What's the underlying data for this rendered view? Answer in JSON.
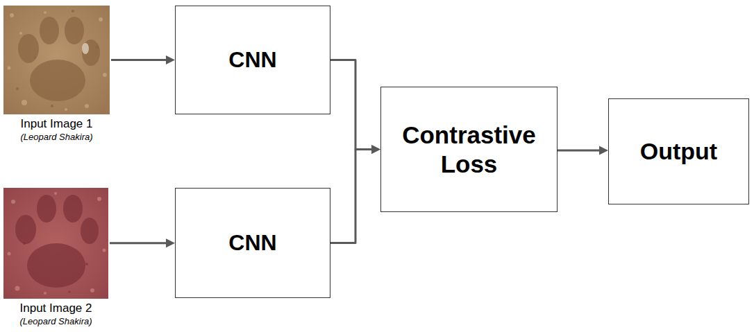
{
  "diagram": {
    "nodes": [
      {
        "text": [
          "Input Image 1",
          "(Leopard Shakira)"
        ]
      },
      {
        "text": [
          "CNN"
        ]
      },
      {
        "text": [
          "Input Image 2",
          "(Leopard Shakira)"
        ]
      },
      {
        "text": [
          "CNN"
        ]
      },
      {
        "text": [
          "Contrastive Loss"
        ]
      },
      {
        "text": [
          "Output"
        ]
      }
    ],
    "edges": [
      {
        "from": 0,
        "to": 1,
        "arrow": "to"
      },
      {
        "from": 2,
        "to": 3,
        "arrow": "to"
      },
      {
        "from": 1,
        "to": 4,
        "arrow": "to"
      },
      {
        "from": 3,
        "to": 4,
        "arrow": "to"
      },
      {
        "from": 4,
        "to": 5,
        "arrow": "to"
      }
    ]
  }
}
